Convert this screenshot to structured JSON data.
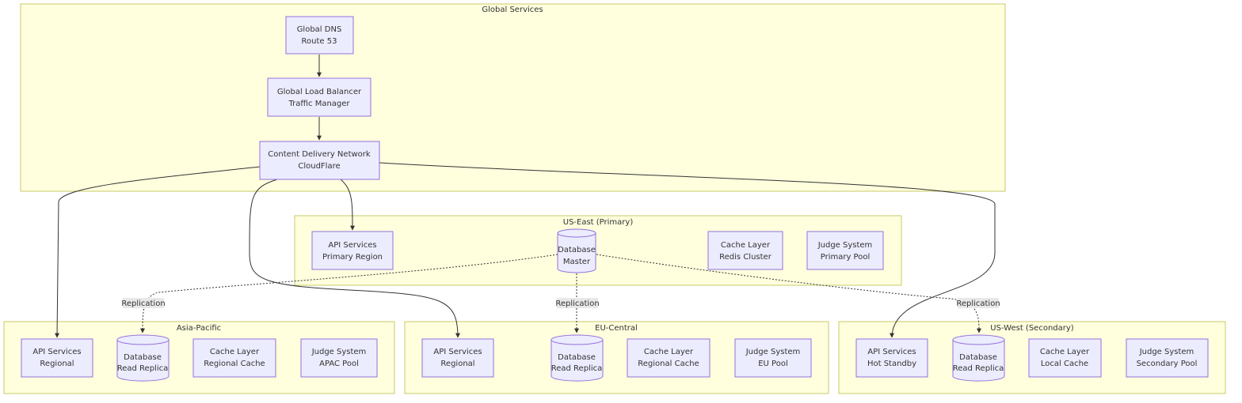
{
  "clusters": {
    "global": "Global Services",
    "us_east": "US-East (Primary)",
    "apac": "Asia-Pacific",
    "eu": "EU-Central",
    "us_west": "US-West (Secondary)"
  },
  "nodes": {
    "dns": [
      "Global DNS",
      "Route 53"
    ],
    "glb": [
      "Global Load Balancer",
      "Traffic Manager"
    ],
    "cdn": [
      "Content Delivery Network",
      "CloudFlare"
    ],
    "use_api": [
      "API Services",
      "Primary Region"
    ],
    "use_db": [
      "Database",
      "Master"
    ],
    "use_cache": [
      "Cache Layer",
      "Redis Cluster"
    ],
    "use_judge": [
      "Judge System",
      "Primary Pool"
    ],
    "ap_api": [
      "API Services",
      "Regional"
    ],
    "ap_db": [
      "Database",
      "Read Replica"
    ],
    "ap_cache": [
      "Cache Layer",
      "Regional Cache"
    ],
    "ap_judge": [
      "Judge System",
      "APAC Pool"
    ],
    "eu_api": [
      "API Services",
      "Regional"
    ],
    "eu_db": [
      "Database",
      "Read Replica"
    ],
    "eu_cache": [
      "Cache Layer",
      "Regional Cache"
    ],
    "eu_judge": [
      "Judge System",
      "EU Pool"
    ],
    "usw_api": [
      "API Services",
      "Hot Standby"
    ],
    "usw_db": [
      "Database",
      "Read Replica"
    ],
    "usw_cache": [
      "Cache Layer",
      "Local Cache"
    ],
    "usw_judge": [
      "Judge System",
      "Secondary Pool"
    ]
  },
  "edge_labels": {
    "rep_apac": "Replication",
    "rep_eu": "Replication",
    "rep_usw": "Replication"
  },
  "colors": {
    "cluster_fill": "#ffffde",
    "cluster_stroke": "#c8c86a",
    "node_fill": "#ececff",
    "node_stroke": "#9370db",
    "edge": "#333333"
  }
}
